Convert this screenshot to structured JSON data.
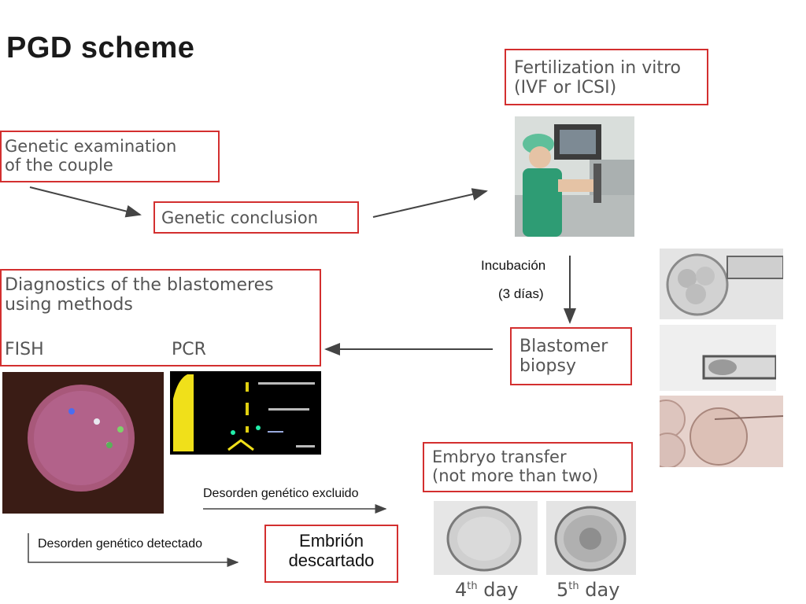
{
  "title": "PGD scheme",
  "boxes": {
    "genetic_exam": [
      "Genetic examination",
      "of the couple"
    ],
    "genetic_conclusion": "Genetic conclusion",
    "fertilization": [
      "Fertilization in vitro",
      "(IVF or ICSI)"
    ],
    "diagnostics": [
      "Diagnostics of the blastomeres",
      "using methods"
    ],
    "fish": "FISH",
    "pcr": "PCR",
    "biopsy": [
      "Blastomer",
      "biopsy"
    ],
    "embryo_transfer": [
      "Embryo transfer",
      "(not more than two)"
    ],
    "embryo_discarded": [
      "Embrión",
      "descartado"
    ]
  },
  "labels": {
    "incubation": "Incubación",
    "incubation_days": "(3 días)",
    "excluded": "Desorden genético excluido",
    "detected": "Desorden genético detectado"
  },
  "days": {
    "day4_num": "4",
    "day4_sup": "th",
    "day4_word": " day",
    "day5_num": "5",
    "day5_sup": "th",
    "day5_word": " day"
  },
  "colors": {
    "box_border": "#d32f2f",
    "arrow": "#444444"
  }
}
